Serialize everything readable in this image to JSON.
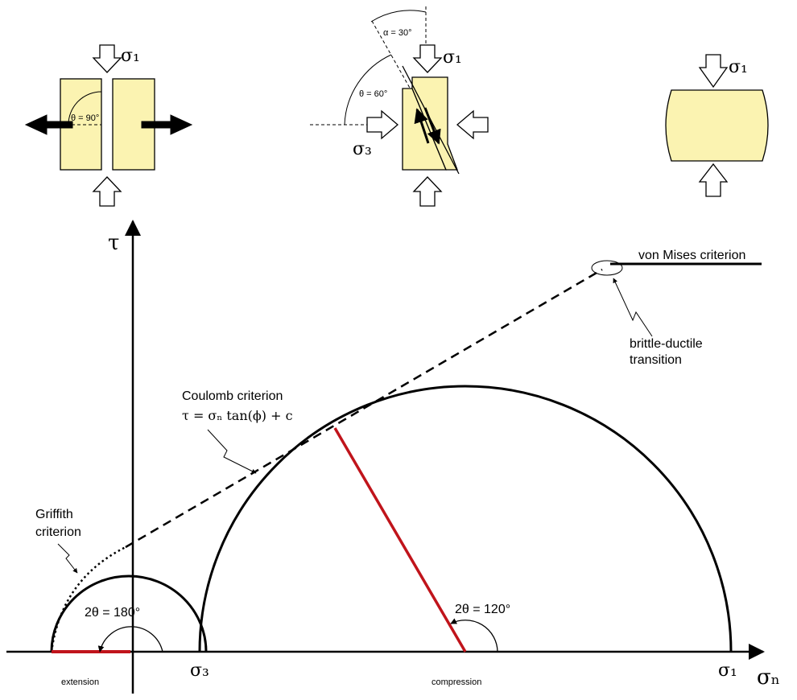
{
  "top_panels": {
    "extension": {
      "sigma1": "σ₁",
      "theta": "θ = 90°"
    },
    "coulomb": {
      "sigma1": "σ₁",
      "sigma3": "σ₃",
      "theta": "θ = 60°",
      "alpha": "α = 30°"
    },
    "ductile": {
      "sigma1": "σ₁"
    }
  },
  "axes": {
    "tau": "τ",
    "sigma_n": "σₙ",
    "sigma3": "σ₃",
    "sigma1": "σ₁"
  },
  "labels": {
    "von_mises": "von Mises criterion",
    "brittle_ductile_1": "brittle-ductile",
    "brittle_ductile_2": "transition",
    "coulomb_1": "Coulomb criterion",
    "coulomb_2": "τ = σₙ tan(ϕ) + c",
    "griffith_1": "Griffith",
    "griffith_2": "criterion",
    "angle_small": "2θ = 180°",
    "angle_large": "2θ = 120°",
    "extension": "extension",
    "compression": "compression"
  },
  "colors": {
    "block": "#fbf3b1",
    "red": "#c0141b",
    "ink": "#000000"
  }
}
